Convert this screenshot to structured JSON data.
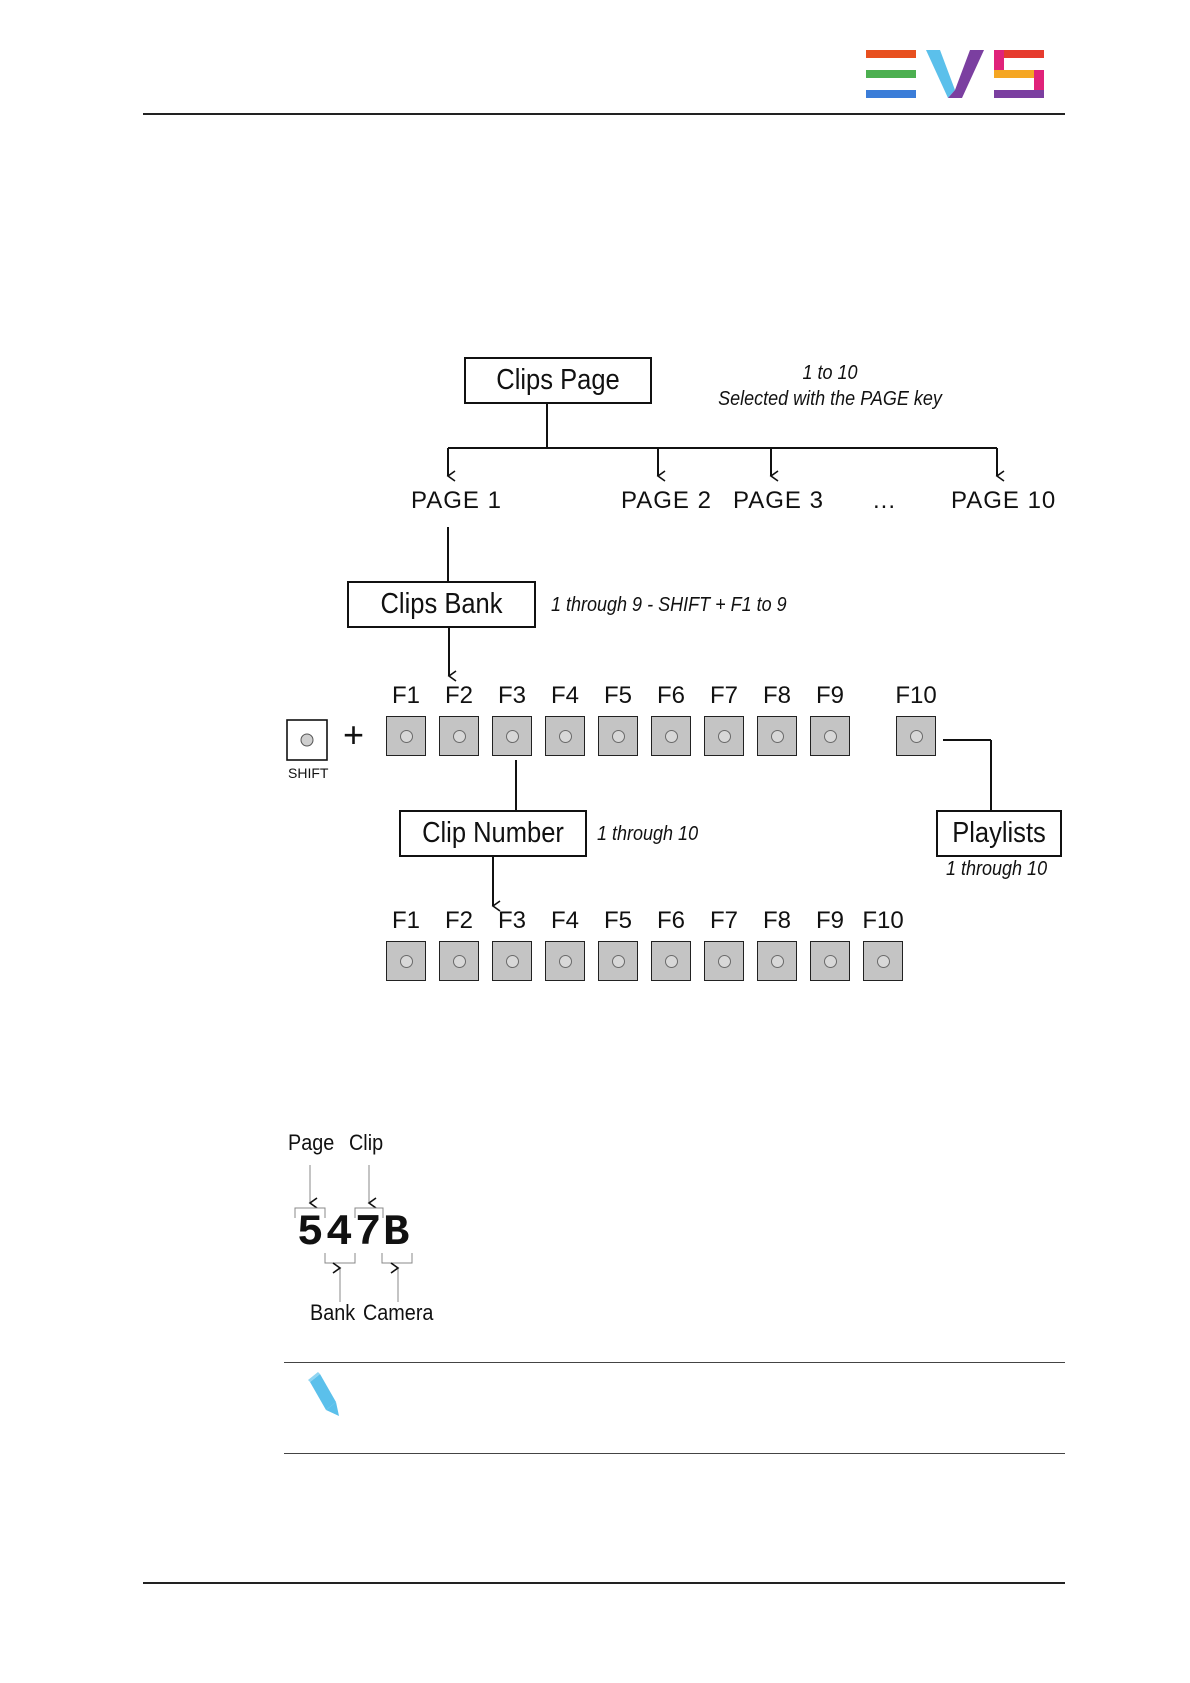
{
  "header": {
    "logo_text": "EVS",
    "logo_colors": [
      "#e8501f",
      "#f5a623",
      "#4caf50",
      "#3b7dd8",
      "#5bc0eb",
      "#7b3fa0",
      "#e0227a",
      "#e63b2e"
    ]
  },
  "diagram": {
    "clips_page": {
      "label": "Clips Page",
      "note_line1": "1 to 10",
      "note_line2": "Selected with the PAGE key"
    },
    "pages": [
      "PAGE 1",
      "PAGE 2",
      "PAGE 3",
      "...",
      "PAGE 10"
    ],
    "clips_bank": {
      "label": "Clips Bank",
      "note": "1 through 9 - SHIFT + F1 to 9"
    },
    "bank_keys": [
      "F1",
      "F2",
      "F3",
      "F4",
      "F5",
      "F6",
      "F7",
      "F8",
      "F9",
      "F10"
    ],
    "shift": {
      "label": "SHIFT",
      "plus": "+"
    },
    "clip_number": {
      "label": "Clip Number",
      "note": "1 through 10"
    },
    "playlists": {
      "label": "Playlists",
      "note": "1 through 10"
    },
    "clip_keys": [
      "F1",
      "F2",
      "F3",
      "F4",
      "F5",
      "F6",
      "F7",
      "F8",
      "F9",
      "F10"
    ]
  },
  "clip_id": {
    "page_label": "Page",
    "clip_label": "Clip",
    "code": [
      "5",
      "4",
      "7",
      "B"
    ],
    "bank_label": "Bank",
    "camera_label": "Camera"
  },
  "note_box": {
    "icon": "pencil-icon",
    "icon_color": "#5bc0eb"
  }
}
